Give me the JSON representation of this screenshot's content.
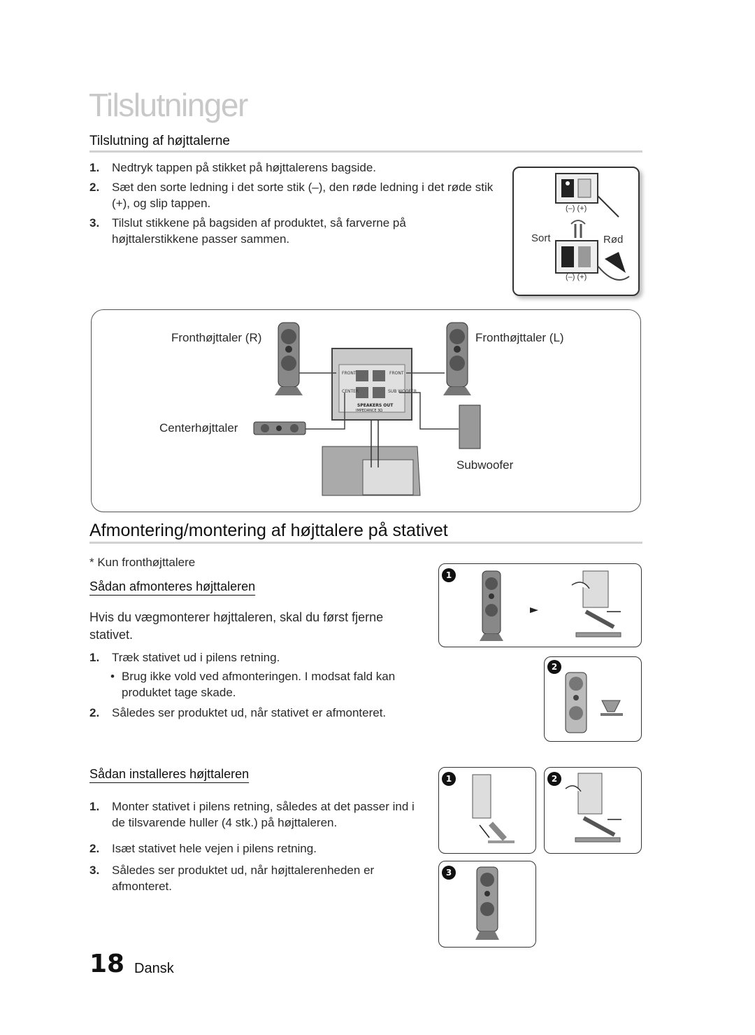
{
  "page": {
    "title": "Tilslutninger",
    "number": "18",
    "language": "Dansk"
  },
  "connect": {
    "heading": "Tilslutning af højttalerne",
    "steps": [
      {
        "num": "1.",
        "text": "Nedtryk tappen på stikket på højttalerens bagside."
      },
      {
        "num": "2.",
        "text": "Sæt den sorte ledning i det sorte stik (–), den røde ledning i det røde stik (+), og slip tappen."
      },
      {
        "num": "3.",
        "text": "Tilslut stikkene på bagsiden af produktet, så farverne på højttalerstikkene passer sammen."
      }
    ],
    "terminal_labels": {
      "black": "Sort",
      "red": "Rød",
      "polarity": "(–) (+)"
    },
    "diagram": {
      "front_r": "Fronthøjttaler (R)",
      "front_l": "Fronthøjttaler (L)",
      "center": "Centerhøjttaler",
      "subwoofer": "Subwoofer",
      "panel_front": "FRONT",
      "panel_center": "CENTER",
      "panel_sub": "SUB WOOFER",
      "panel_out": "SPEAKERS OUT",
      "panel_imp": "IMPEDANCE 3Ω"
    }
  },
  "stand": {
    "heading": "Afmontering/montering af højttalere på stativet",
    "note": "* Kun fronthøjttalere",
    "remove": {
      "heading": "Sådan afmonteres højttaleren",
      "intro": "Hvis du vægmonterer højttaleren, skal du først fjerne stativet.",
      "step1_num": "1.",
      "step1": "Træk stativet ud i pilens retning.",
      "bullet": "Brug ikke vold ved afmonteringen. I modsat fald kan produktet tage skade.",
      "step2_num": "2.",
      "step2": "Således ser produktet ud, når stativet er afmonteret."
    },
    "install": {
      "heading": "Sådan installeres højttaleren",
      "steps": [
        {
          "num": "1.",
          "text": "Monter stativet i pilens retning, således at det passer ind i de tilsvarende huller (4 stk.) på højttaleren."
        },
        {
          "num": "2.",
          "text": "Isæt stativet hele vejen i pilens retning."
        },
        {
          "num": "3.",
          "text": "Således ser produktet ud, når højttalerenheden er afmonteret."
        }
      ]
    },
    "badges": [
      "1",
      "2",
      "3"
    ]
  }
}
